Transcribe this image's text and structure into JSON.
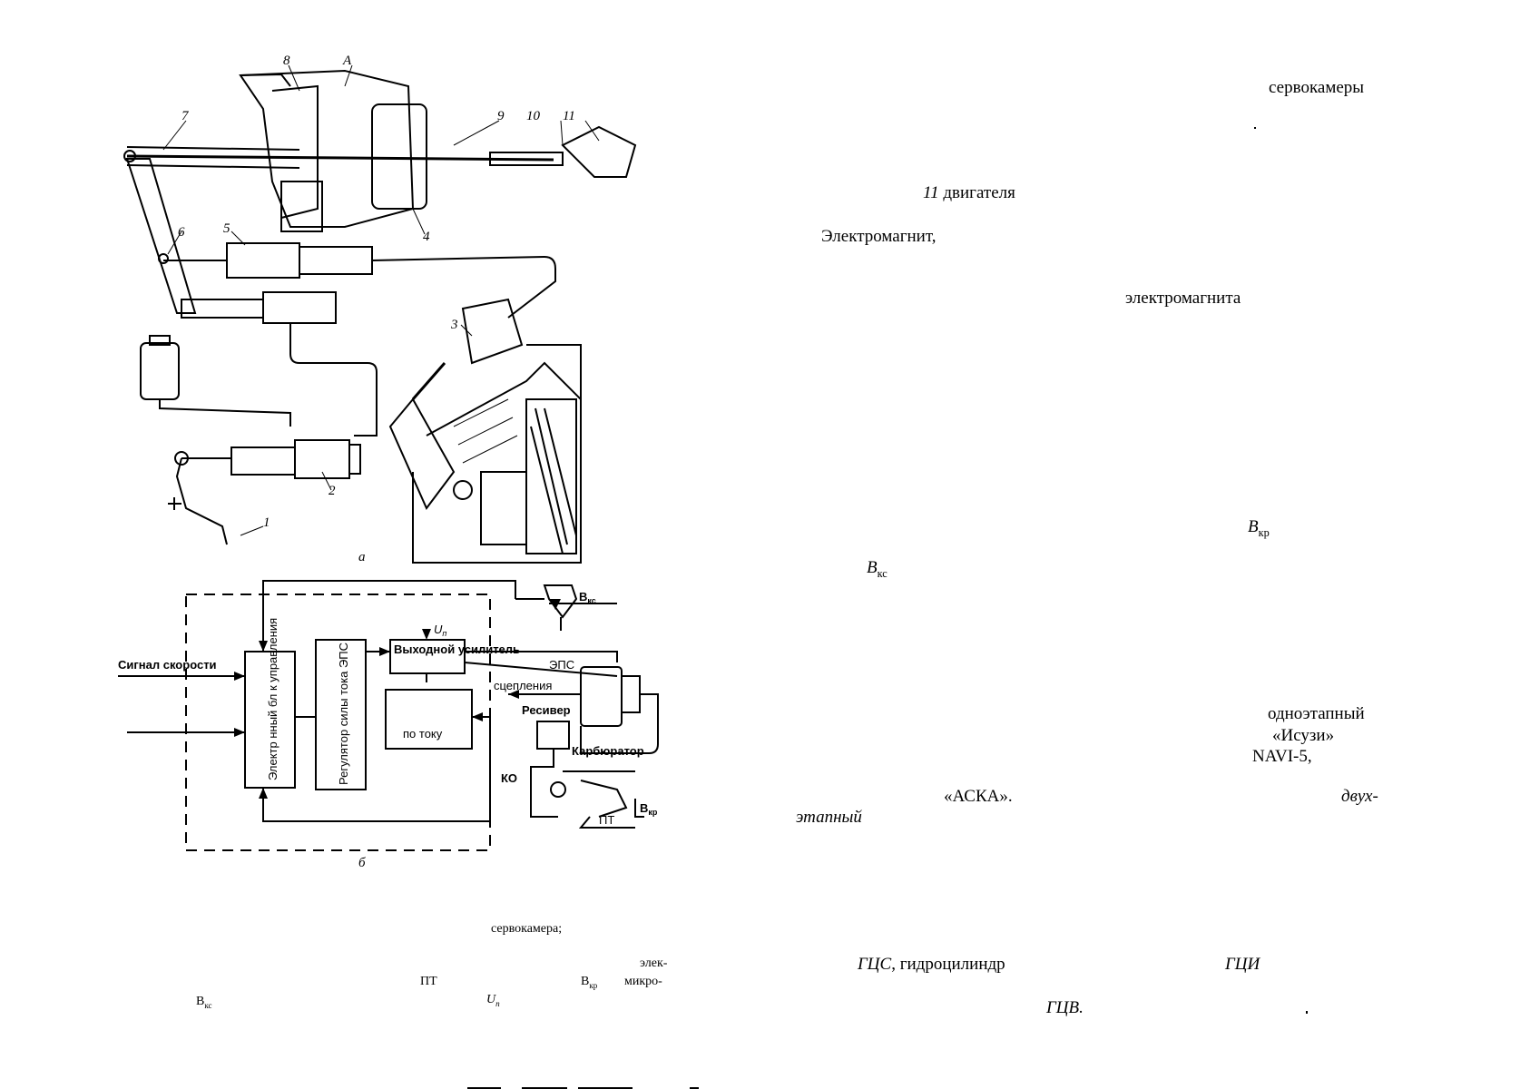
{
  "figure": {
    "part_labels": [
      "а",
      "б"
    ],
    "numbers": [
      "1",
      "2",
      "3",
      "4",
      "5",
      "6",
      "7",
      "8",
      "9",
      "10",
      "11",
      "А"
    ],
    "diagram": {
      "speed_signal": "Сигнал скорости",
      "ecu_label": "Электр нный бл к управления",
      "regulator_label": "Регулятор силы тока ЭПС",
      "output_amp": "Выходной усилитель",
      "current_block": "по току",
      "u_label": "U",
      "u_sub": "п",
      "eps": "ЭПС",
      "clutch": "сцепления",
      "receiver": "Ресивер",
      "carburetor": "Карбюратор",
      "ko": "КО",
      "pt": "ПТ",
      "b": "В",
      "b_kr_sub": "кр",
      "b_kc_sub": "кс"
    }
  },
  "caption": {
    "servo": "сервокамера;",
    "elek": "элек-",
    "pt": "ПТ",
    "b": "В",
    "kr": "кр",
    "mikro": "микро-",
    "kc": "кс",
    "u": "U",
    "u_sub": "п"
  },
  "right_text": {
    "servokamery": "сервокамеры",
    "eleven": "11",
    "dvigatelya": "двигателя",
    "elektromagnit": "Электромагнит,",
    "elektromagnita": "электромагнита",
    "b": "B",
    "kr": "кр",
    "kc": "кс",
    "odnoetapny": "одноэтапный",
    "isuzu": "«Исузи»",
    "navi": "NAVI-5,",
    "aska": "«АСКА».",
    "dvukh": "двух-",
    "etapny": "этапный",
    "gts": "ГЦС",
    "gidrotsilindr": ", гидроцилиндр",
    "gtsi": "ГЦИ",
    "gtsv": "ГЦВ."
  }
}
